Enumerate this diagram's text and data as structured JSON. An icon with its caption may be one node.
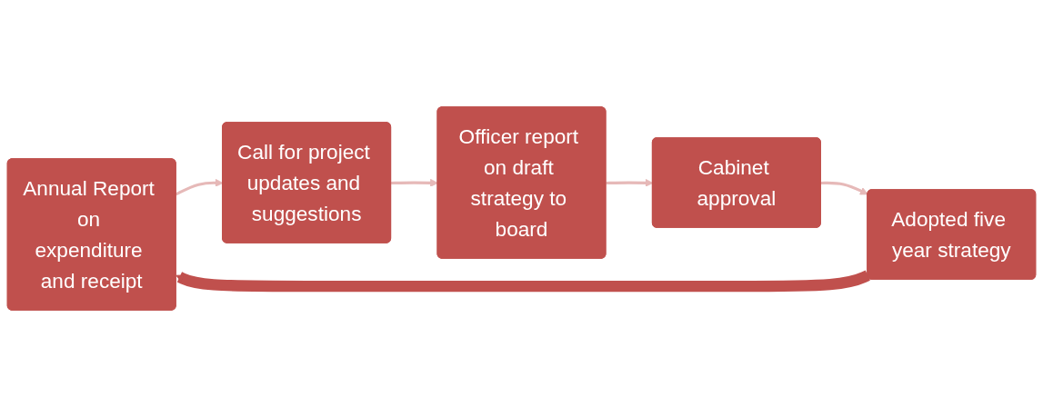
{
  "diagram": {
    "nodes": [
      {
        "text": [
          "Annual Report on expenditure and receipt"
        ]
      },
      {
        "text": [
          "Call for project updates and suggestions"
        ]
      },
      {
        "text": [
          "Officer report on draft strategy to board"
        ]
      },
      {
        "text": [
          "Cabinet approval"
        ]
      },
      {
        "text": [
          "Adopted five year strategy"
        ]
      }
    ],
    "edges": [
      {
        "from": 0,
        "to": 1,
        "arrow": "to"
      },
      {
        "from": 1,
        "to": 2,
        "arrow": "to"
      },
      {
        "from": 2,
        "to": 3,
        "arrow": "to"
      },
      {
        "from": 3,
        "to": 4,
        "arrow": "to"
      },
      {
        "from": 4,
        "to": 0,
        "arrow": "to",
        "style": "thick",
        "color": "#c0504d"
      }
    ]
  }
}
